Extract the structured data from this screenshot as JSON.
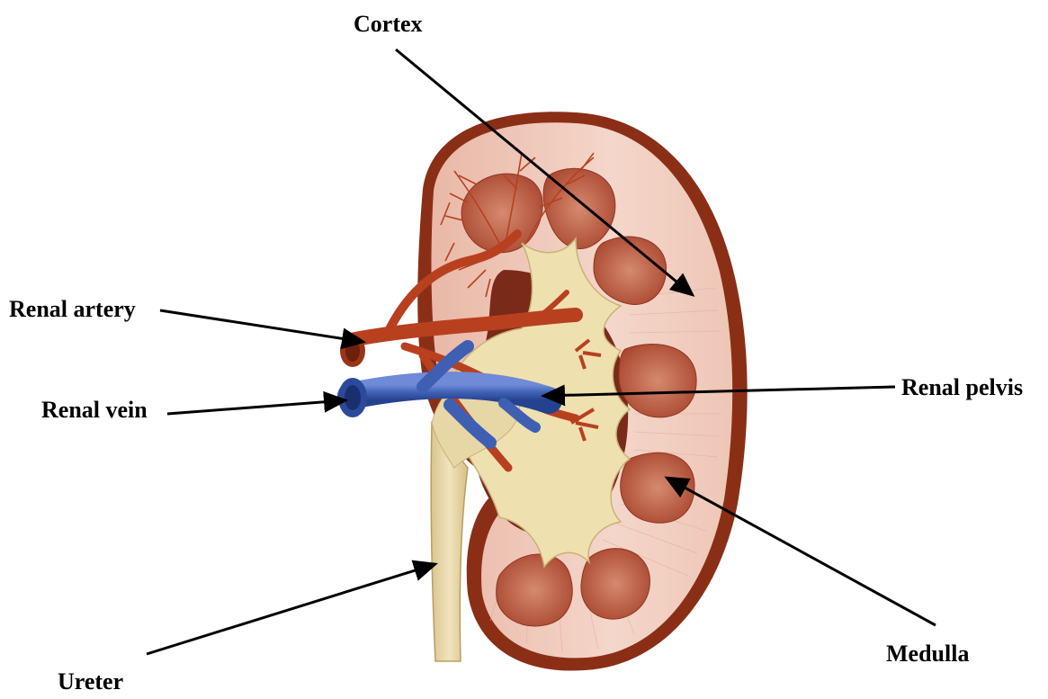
{
  "labels": {
    "cortex": "Cortex",
    "renal_artery": "Renal artery",
    "renal_vein": "Renal vein",
    "renal_pelvis": "Renal pelvis",
    "medulla": "Medulla",
    "ureter": "Ureter"
  },
  "colors": {
    "capsule": "#8a2f16",
    "cortex": "#f2cfc2",
    "medulla": "#c8765e",
    "medulla_dark": "#a8452f",
    "pelvis": "#efe0b0",
    "pelvis_shadow": "#d9c48a",
    "sinus": "#7a2a18",
    "artery": "#b8401f",
    "vein": "#3f5fb3",
    "vein_dark": "#1f3a85",
    "ureter": "#e8d7a6",
    "arrow": "#000000"
  }
}
